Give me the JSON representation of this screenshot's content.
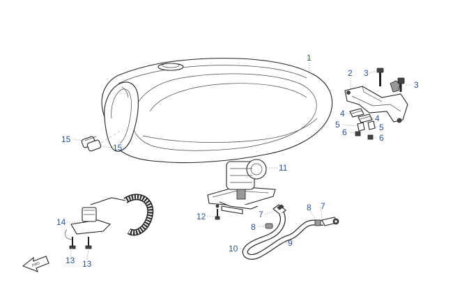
{
  "diagram": {
    "callouts": [
      {
        "id": "c1",
        "label": "1"
      },
      {
        "id": "c2",
        "label": "2"
      },
      {
        "id": "c3a",
        "label": "3"
      },
      {
        "id": "c3b",
        "label": "3"
      },
      {
        "id": "c4a",
        "label": "4"
      },
      {
        "id": "c4b",
        "label": "4"
      },
      {
        "id": "c5a",
        "label": "5"
      },
      {
        "id": "c5b",
        "label": "5"
      },
      {
        "id": "c6a",
        "label": "6"
      },
      {
        "id": "c6b",
        "label": "6"
      },
      {
        "id": "c7a",
        "label": "7"
      },
      {
        "id": "c7b",
        "label": "7"
      },
      {
        "id": "c8a",
        "label": "8"
      },
      {
        "id": "c8b",
        "label": "8"
      },
      {
        "id": "c9",
        "label": "9"
      },
      {
        "id": "c10",
        "label": "10"
      },
      {
        "id": "c11",
        "label": "11"
      },
      {
        "id": "c12",
        "label": "12"
      },
      {
        "id": "c13a",
        "label": "13"
      },
      {
        "id": "c13b",
        "label": "13"
      },
      {
        "id": "c14",
        "label": "14"
      },
      {
        "id": "c15a",
        "label": "15"
      },
      {
        "id": "c15b",
        "label": "15"
      }
    ],
    "direction_marker": {
      "label": "FWD",
      "icon": "forward-arrow-icon"
    },
    "colors": {
      "callout": "#2b4f9e",
      "line": "#222222"
    }
  }
}
